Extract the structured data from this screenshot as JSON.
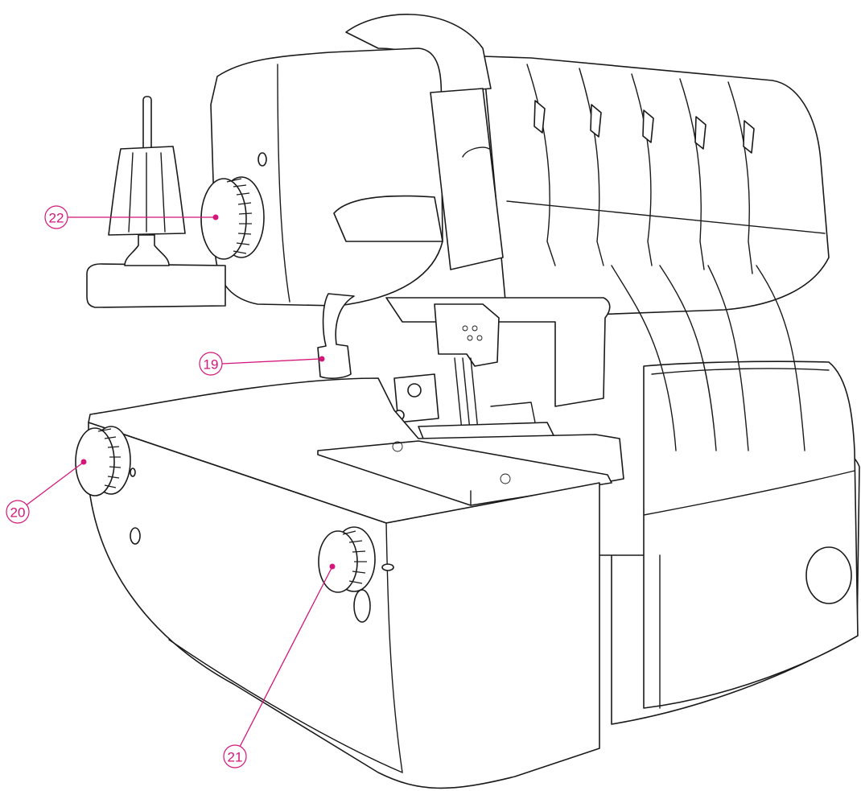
{
  "figure": {
    "accent_color": "#d4157a",
    "callouts": [
      {
        "number": "22"
      },
      {
        "number": "19"
      },
      {
        "number": "20"
      },
      {
        "number": "21"
      }
    ]
  }
}
